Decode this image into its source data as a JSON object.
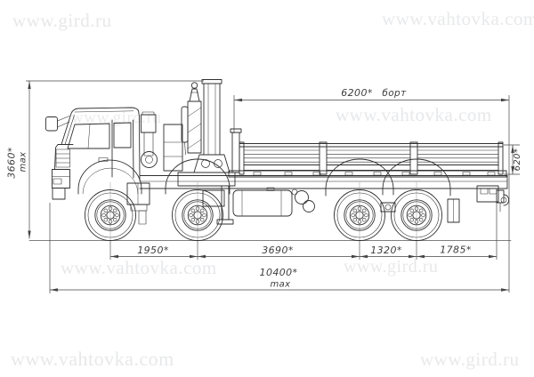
{
  "watermarks": {
    "top_left": "www.gird.ru",
    "top_right": "www.vahtovka.com",
    "row2_left": "www.gird.ru",
    "row2_center": "www.vahtovka.com",
    "row3_left": "www.vahtovka.com",
    "row3_right": "www.gird.ru",
    "bottom_left": "www.vahtovka.com",
    "bottom_right": "www.gird.ru"
  },
  "dimensions": {
    "height": "3660*",
    "height_note": "max",
    "bed_length": "6200*",
    "bed_length_note": "борт",
    "board_height": "620*",
    "axle_spacing_1_2": "1950*",
    "axle_spacing_2_3": "3690*",
    "axle_spacing_3_4": "1320*",
    "rear_overhang": "1785*",
    "total_length": "10400*",
    "total_length_note": "max"
  }
}
